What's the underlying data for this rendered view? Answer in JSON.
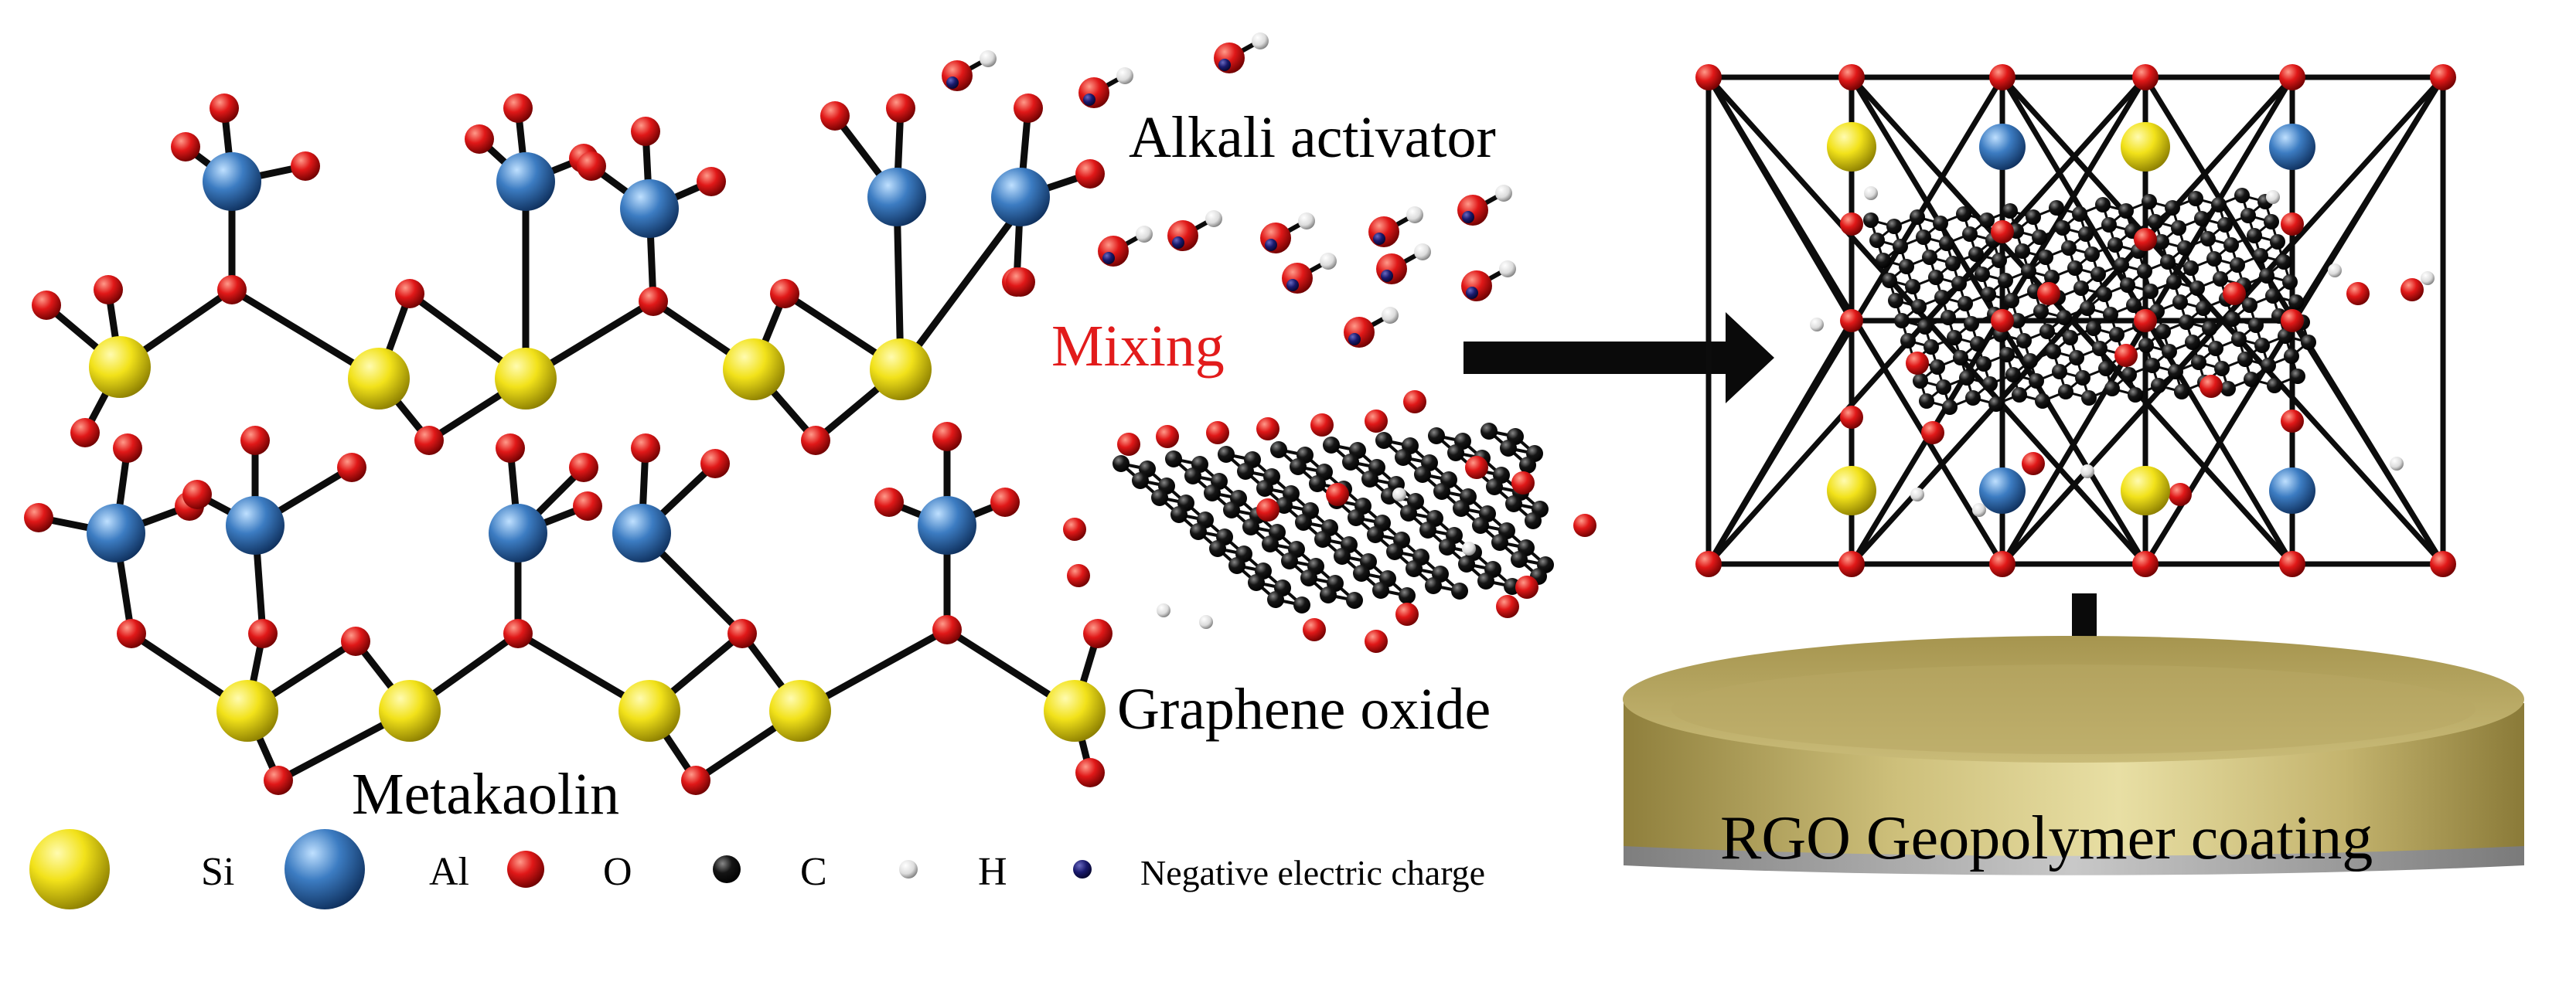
{
  "labels": {
    "alkali_activator": "Alkali activator",
    "mixing": "Mixing",
    "graphene_oxide": "Graphene oxide",
    "metakaolin": "Metakaolin",
    "coating": "RGO Geopolymer coating"
  },
  "legend": [
    {
      "symbol": "Si",
      "icon": "si-atom-icon",
      "color": "#f4e41c"
    },
    {
      "symbol": "Al",
      "icon": "al-atom-icon",
      "color": "#3f7fc4"
    },
    {
      "symbol": "O",
      "icon": "o-atom-icon",
      "color": "#e01818"
    },
    {
      "symbol": "C",
      "icon": "c-atom-icon",
      "color": "#111111"
    },
    {
      "symbol": "H",
      "icon": "h-atom-icon",
      "color": "#e6e6e6"
    },
    {
      "symbol": "Negative electric charge",
      "icon": "negative-charge-icon",
      "color": "#1a1a6e"
    }
  ],
  "colors": {
    "mixing_text": "#e21b1b",
    "coating_top": "#b9a765",
    "coating_side": "#d8cd8a",
    "coating_base": "#9a9a9a"
  }
}
